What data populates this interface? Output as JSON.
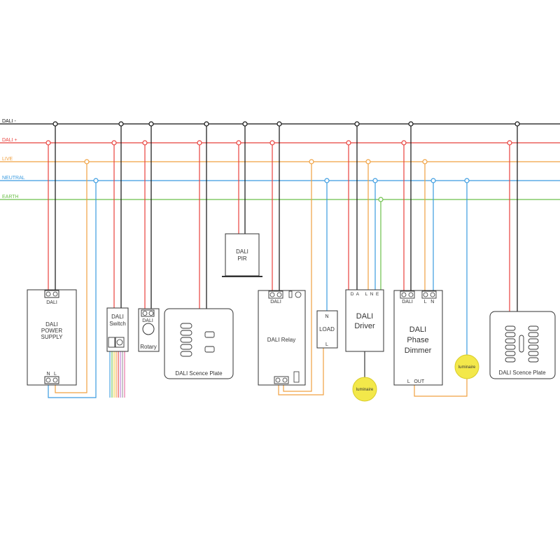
{
  "colors": {
    "dali_minus": "#111111",
    "dali_plus": "#e8413c",
    "live": "#f0a040",
    "neutral": "#3a9be0",
    "earth": "#6cc04a",
    "box_stroke": "#333333",
    "luminaire_fill": "#f3e84a"
  },
  "bus": {
    "dali_minus": "DALI -",
    "dali_plus": "DALI +",
    "live": "LIVE",
    "neutral": "NEUTRAL",
    "earth": "EARTH"
  },
  "psu": {
    "terminal": "DALI",
    "line1": "DALI",
    "line2": "POWER",
    "line3": "SUPPLY",
    "n": "N",
    "l": "L"
  },
  "switch": {
    "line1": "DALI",
    "line2": "Switch"
  },
  "rotary": {
    "terminal": "DALI",
    "label": "Rotary"
  },
  "scene_plate_1": {
    "label": "DALI Scence Plate"
  },
  "pir": {
    "line1": "DALI",
    "line2": "PIR"
  },
  "relay": {
    "terminal": "DALI",
    "label": "DALI Relay"
  },
  "load": {
    "n": "N",
    "label": "LOAD",
    "l": "L"
  },
  "driver": {
    "terminals": "D  A     L  N  E",
    "line1": "DALI",
    "line2": "Driver",
    "luminaire": "luminaire"
  },
  "dimmer": {
    "terminal_dali": "DALI",
    "terminal_ln": "L   N",
    "line1": "DALI",
    "line2": "Phase",
    "line3": "Dimmer",
    "out": "L   OUT",
    "luminaire": "luminaire"
  },
  "scene_plate_2": {
    "label": "DALI Scence Plate"
  }
}
